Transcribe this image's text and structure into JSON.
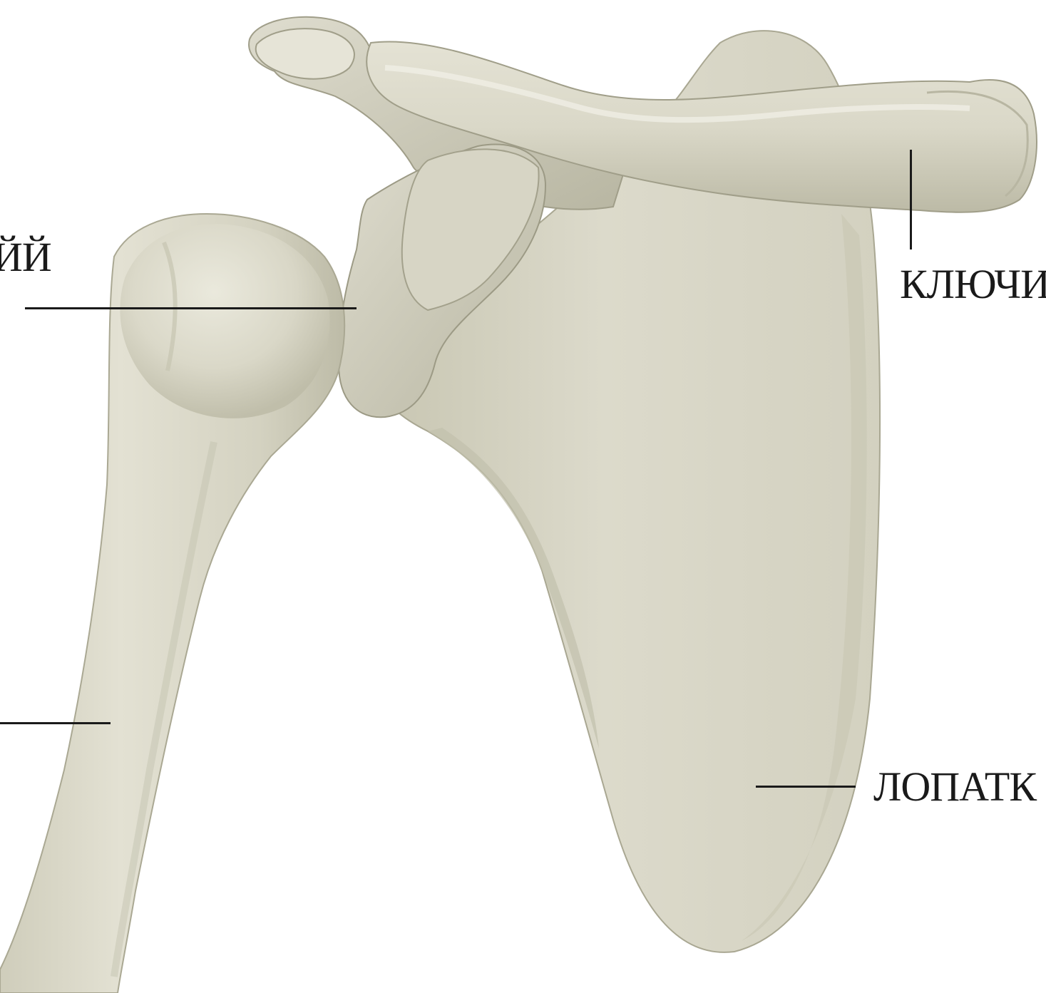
{
  "labels": {
    "clavicle": "КЛЮЧИ",
    "scapula": "ЛОПАТК",
    "joint_fragment": "ЙЙ"
  },
  "colors": {
    "bone": "#d9d7c6",
    "bone_light": "#e9e8db",
    "bone_shadow": "#b2b09c",
    "background": "#ffffff",
    "text": "#1a1a1a"
  }
}
